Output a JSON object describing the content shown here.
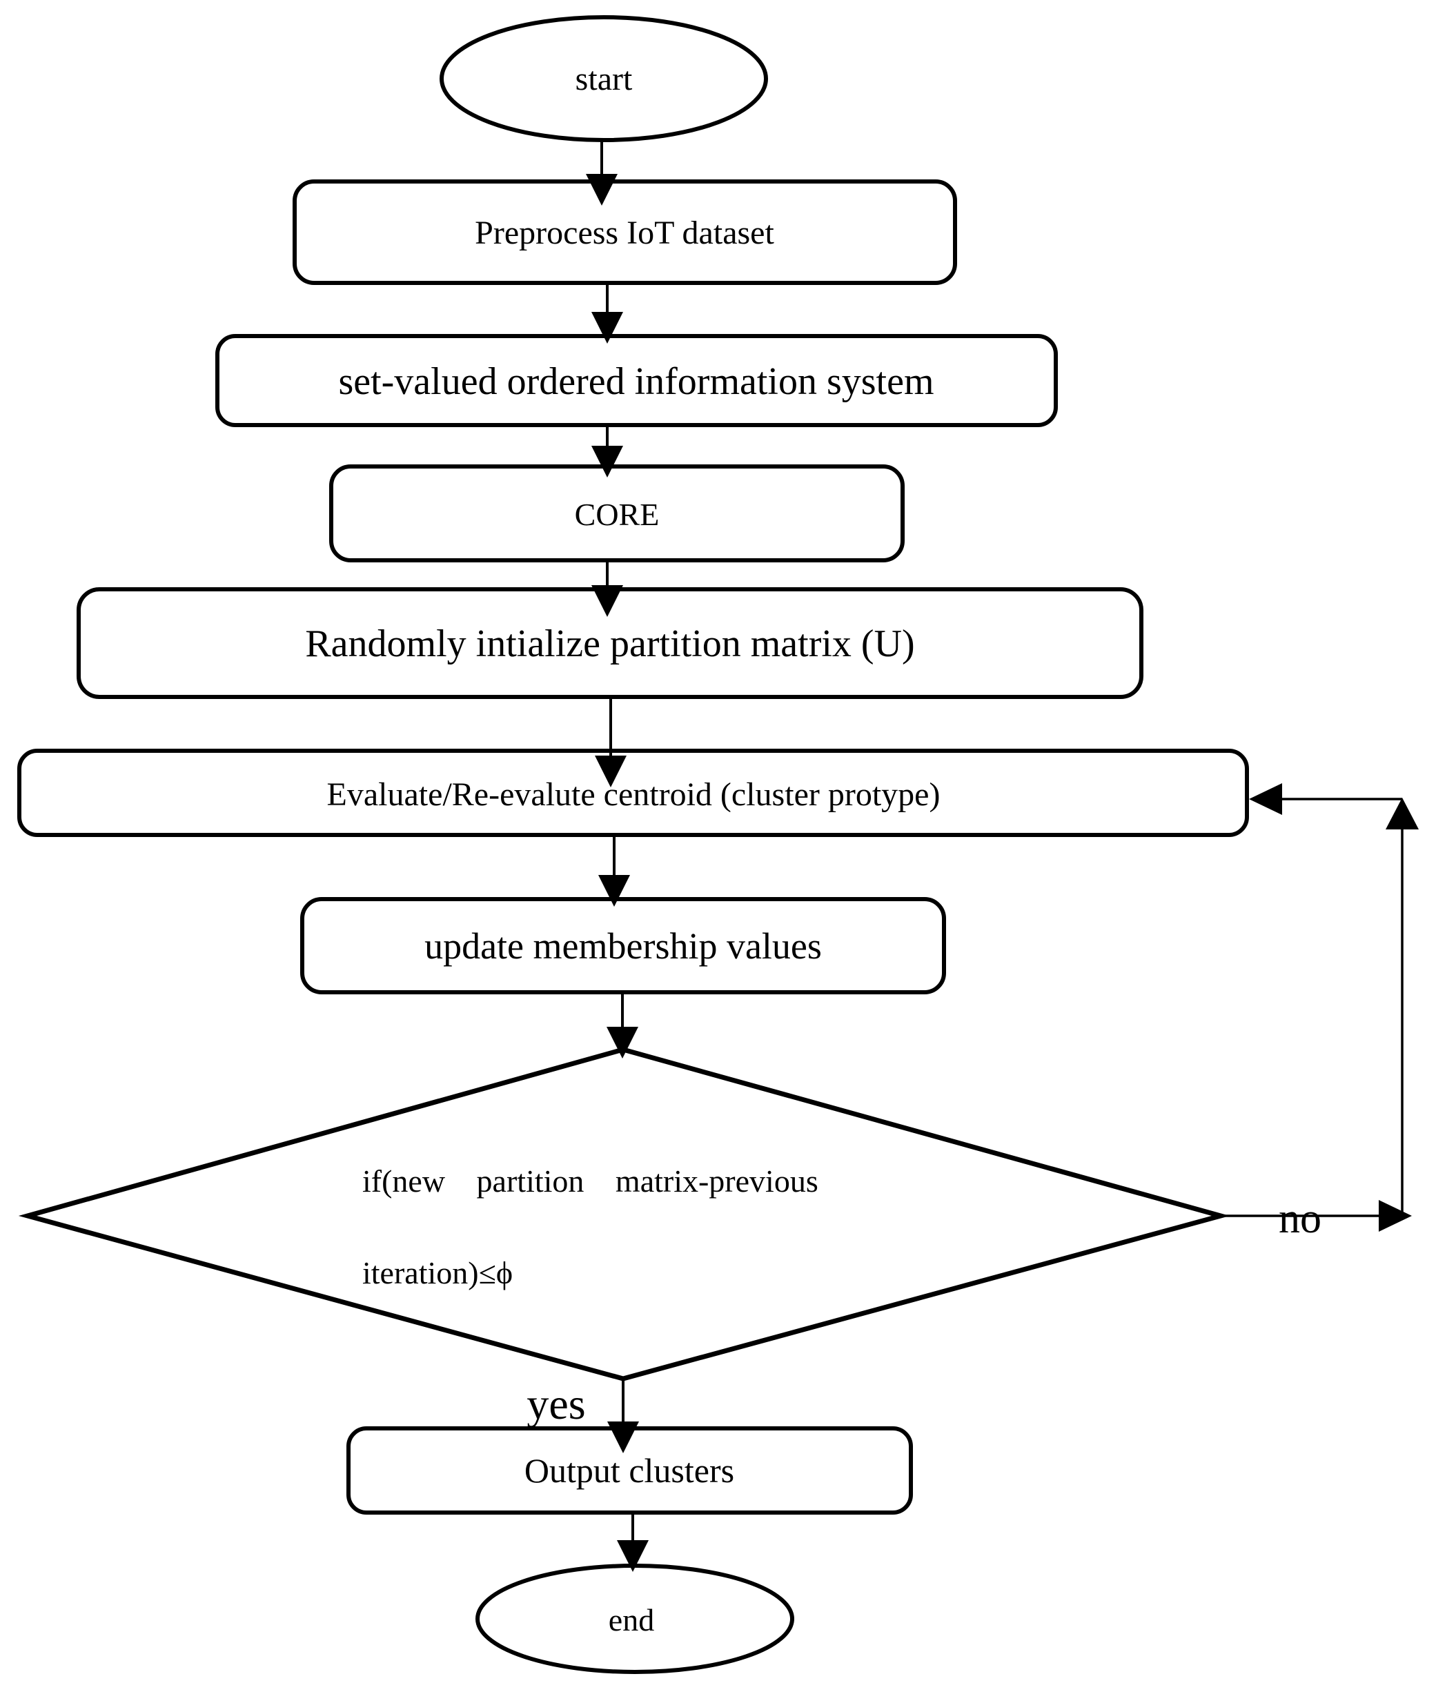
{
  "figure": {
    "title": "Flowchart of rough-set based fuzzy clustering for IoT dataset",
    "background_color": "#ffffff",
    "line_color": "#000000",
    "text_color": "#000000"
  },
  "nodes": {
    "start": {
      "shape": "ellipse",
      "label": "start"
    },
    "preprocess": {
      "shape": "rounded-rectangle",
      "label": "Preprocess IoT dataset"
    },
    "set_valued": {
      "shape": "rounded-rectangle",
      "label": "set-valued ordered information system"
    },
    "core": {
      "shape": "rounded-rectangle",
      "label": "CORE"
    },
    "random_init": {
      "shape": "rounded-rectangle",
      "label": "Randomly intialize partition matrix (U)"
    },
    "evaluate": {
      "shape": "rounded-rectangle",
      "label": "Evaluate/Re-evalute centroid (cluster protype)"
    },
    "update": {
      "shape": "rounded-rectangle",
      "label": "update membership values"
    },
    "decision": {
      "shape": "diamond",
      "line1": "if(new partition matrix-previous",
      "line2": "iteration)≤ϕ"
    },
    "output": {
      "shape": "rounded-rectangle",
      "label": "Output clusters"
    },
    "end": {
      "shape": "ellipse",
      "label": "end"
    }
  },
  "edge_labels": {
    "yes": "yes",
    "no": "no"
  }
}
